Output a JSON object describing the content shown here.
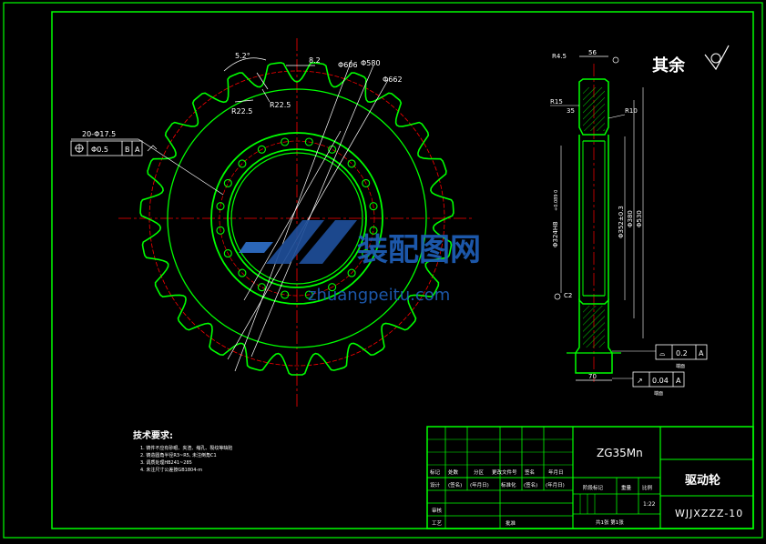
{
  "drawing": {
    "material": "ZG35Mn",
    "part_name": "驱动轮",
    "drawing_no": "WJJXZZZ-10",
    "scale": "1:22",
    "sheet_info": "共1张  第1张",
    "roughness_note": "其余",
    "colors": {
      "background": "#000000",
      "frame": "#00ff00",
      "part": "#00ff00",
      "pitch": "#ff0000",
      "dim": "#ffffff",
      "center": "#ff0000"
    }
  },
  "dimensions": {
    "angle": "5.2°",
    "pitch_width": "8.2",
    "d606": "Φ606",
    "d580": "Φ580",
    "d662": "Φ662",
    "r225": "R22.5",
    "r225b": "R22.5",
    "holes": "20-Φ17.5",
    "pos_tol": "Φ0.5",
    "datum_b": "B",
    "datum_a": "A",
    "r45": "R4.5",
    "w56": "56",
    "r15": "R15",
    "d35": "35",
    "r10": "R10",
    "bore": "Φ324H8",
    "bore_tol": "+0.089 0",
    "pcd": "Φ352±0.3",
    "d380": "Φ380",
    "d530": "Φ530",
    "c2": "C2",
    "w70": "70",
    "flat_sym": "⌓",
    "flat_val": "0.2",
    "flat_ref": "A",
    "runout_sym": "↗",
    "runout_val": "0.04",
    "runout_ref": "A",
    "face_label": "端面",
    "face_label2": "端面"
  },
  "notes": {
    "title": "技术要求:",
    "items": [
      "1. 铸件不应有砂眼、夹渣、缩孔、裂纹等缺陷",
      "2. 铸造圆角半径R3~R5, 未注倒角C1",
      "3. 调质处理HB241~285",
      "4. 未注尺寸公差按GB1804-m"
    ]
  },
  "title_block": {
    "labels": [
      "标记",
      "处数",
      "分区",
      "更改文件号",
      "签名",
      "年月日"
    ],
    "row2": [
      "设计",
      "(签名)",
      "(年月日)",
      "标准化",
      "(签名)",
      "(年月日)"
    ],
    "row3": [
      "审核"
    ],
    "row4": [
      "工艺",
      "批准"
    ],
    "stage_label": "阶段标记",
    "weight_label": "重量",
    "ratio_label": "比例"
  },
  "watermark": {
    "cn": "装配图网",
    "en": "zhuangpeitu.com"
  }
}
